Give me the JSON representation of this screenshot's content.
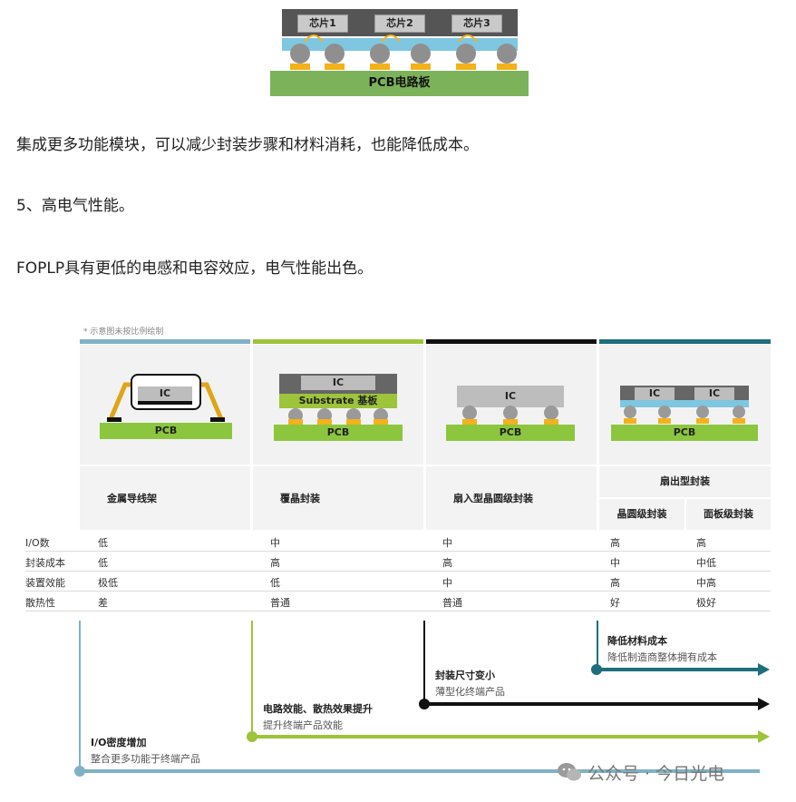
{
  "top_figure": {
    "chips": [
      "芯片1",
      "芯片2",
      "芯片3"
    ],
    "pcb_label": "PCB电路板"
  },
  "paragraphs": [
    "集成更多功能模块，可以减少封装步骤和材料消耗，也能降低成本。",
    "5、高电气性能。",
    "FOPLP具有更低的电感和电容效应，电气性能出色。"
  ],
  "comparison": {
    "note": "* 示意图未按比例绘制",
    "column_colors": [
      "#7fb2c4",
      "#9dc43a",
      "#111111",
      "#1e6e7c"
    ],
    "illustrations": {
      "lead_frame": {
        "ic": "IC",
        "pcb": "PCB"
      },
      "flip_chip": {
        "ic": "IC",
        "substrate": "Substrate 基板",
        "pcb": "PCB"
      },
      "fan_in": {
        "ic": "IC",
        "pcb": "PCB"
      },
      "fan_out": {
        "ic": [
          "IC",
          "IC"
        ],
        "pcb": "PCB"
      }
    },
    "columns": [
      "金属导线架",
      "覆晶封装",
      "扇入型晶圆级封装",
      "扇出型封装"
    ],
    "fanout_sub": [
      "晶圆级封装",
      "面板级封装"
    ],
    "rows": [
      {
        "label": "I/O数",
        "values": [
          "低",
          "中",
          "中",
          "高",
          "高"
        ]
      },
      {
        "label": "封装成本",
        "values": [
          "低",
          "高",
          "高",
          "中",
          "中低"
        ]
      },
      {
        "label": "装置效能",
        "values": [
          "极低",
          "低",
          "中",
          "高",
          "中高"
        ]
      },
      {
        "label": "散热性",
        "values": [
          "差",
          "普通",
          "普通",
          "好",
          "极好"
        ]
      }
    ],
    "arrows": [
      {
        "title": "降低材料成本",
        "sub": "降低制造商整体拥有成本",
        "color": "#1e6e7c"
      },
      {
        "title": "封装尺寸变小",
        "sub": "薄型化终端产品",
        "color": "#111111"
      },
      {
        "title": "电路效能、散热效果提升",
        "sub": "提升终端产品效能",
        "color": "#9dc43a"
      },
      {
        "title": "I/O密度增加",
        "sub": "整合更多功能于终端产品",
        "color": "#7fb2c4"
      }
    ]
  },
  "watermark": "公众号 · 今日光电"
}
